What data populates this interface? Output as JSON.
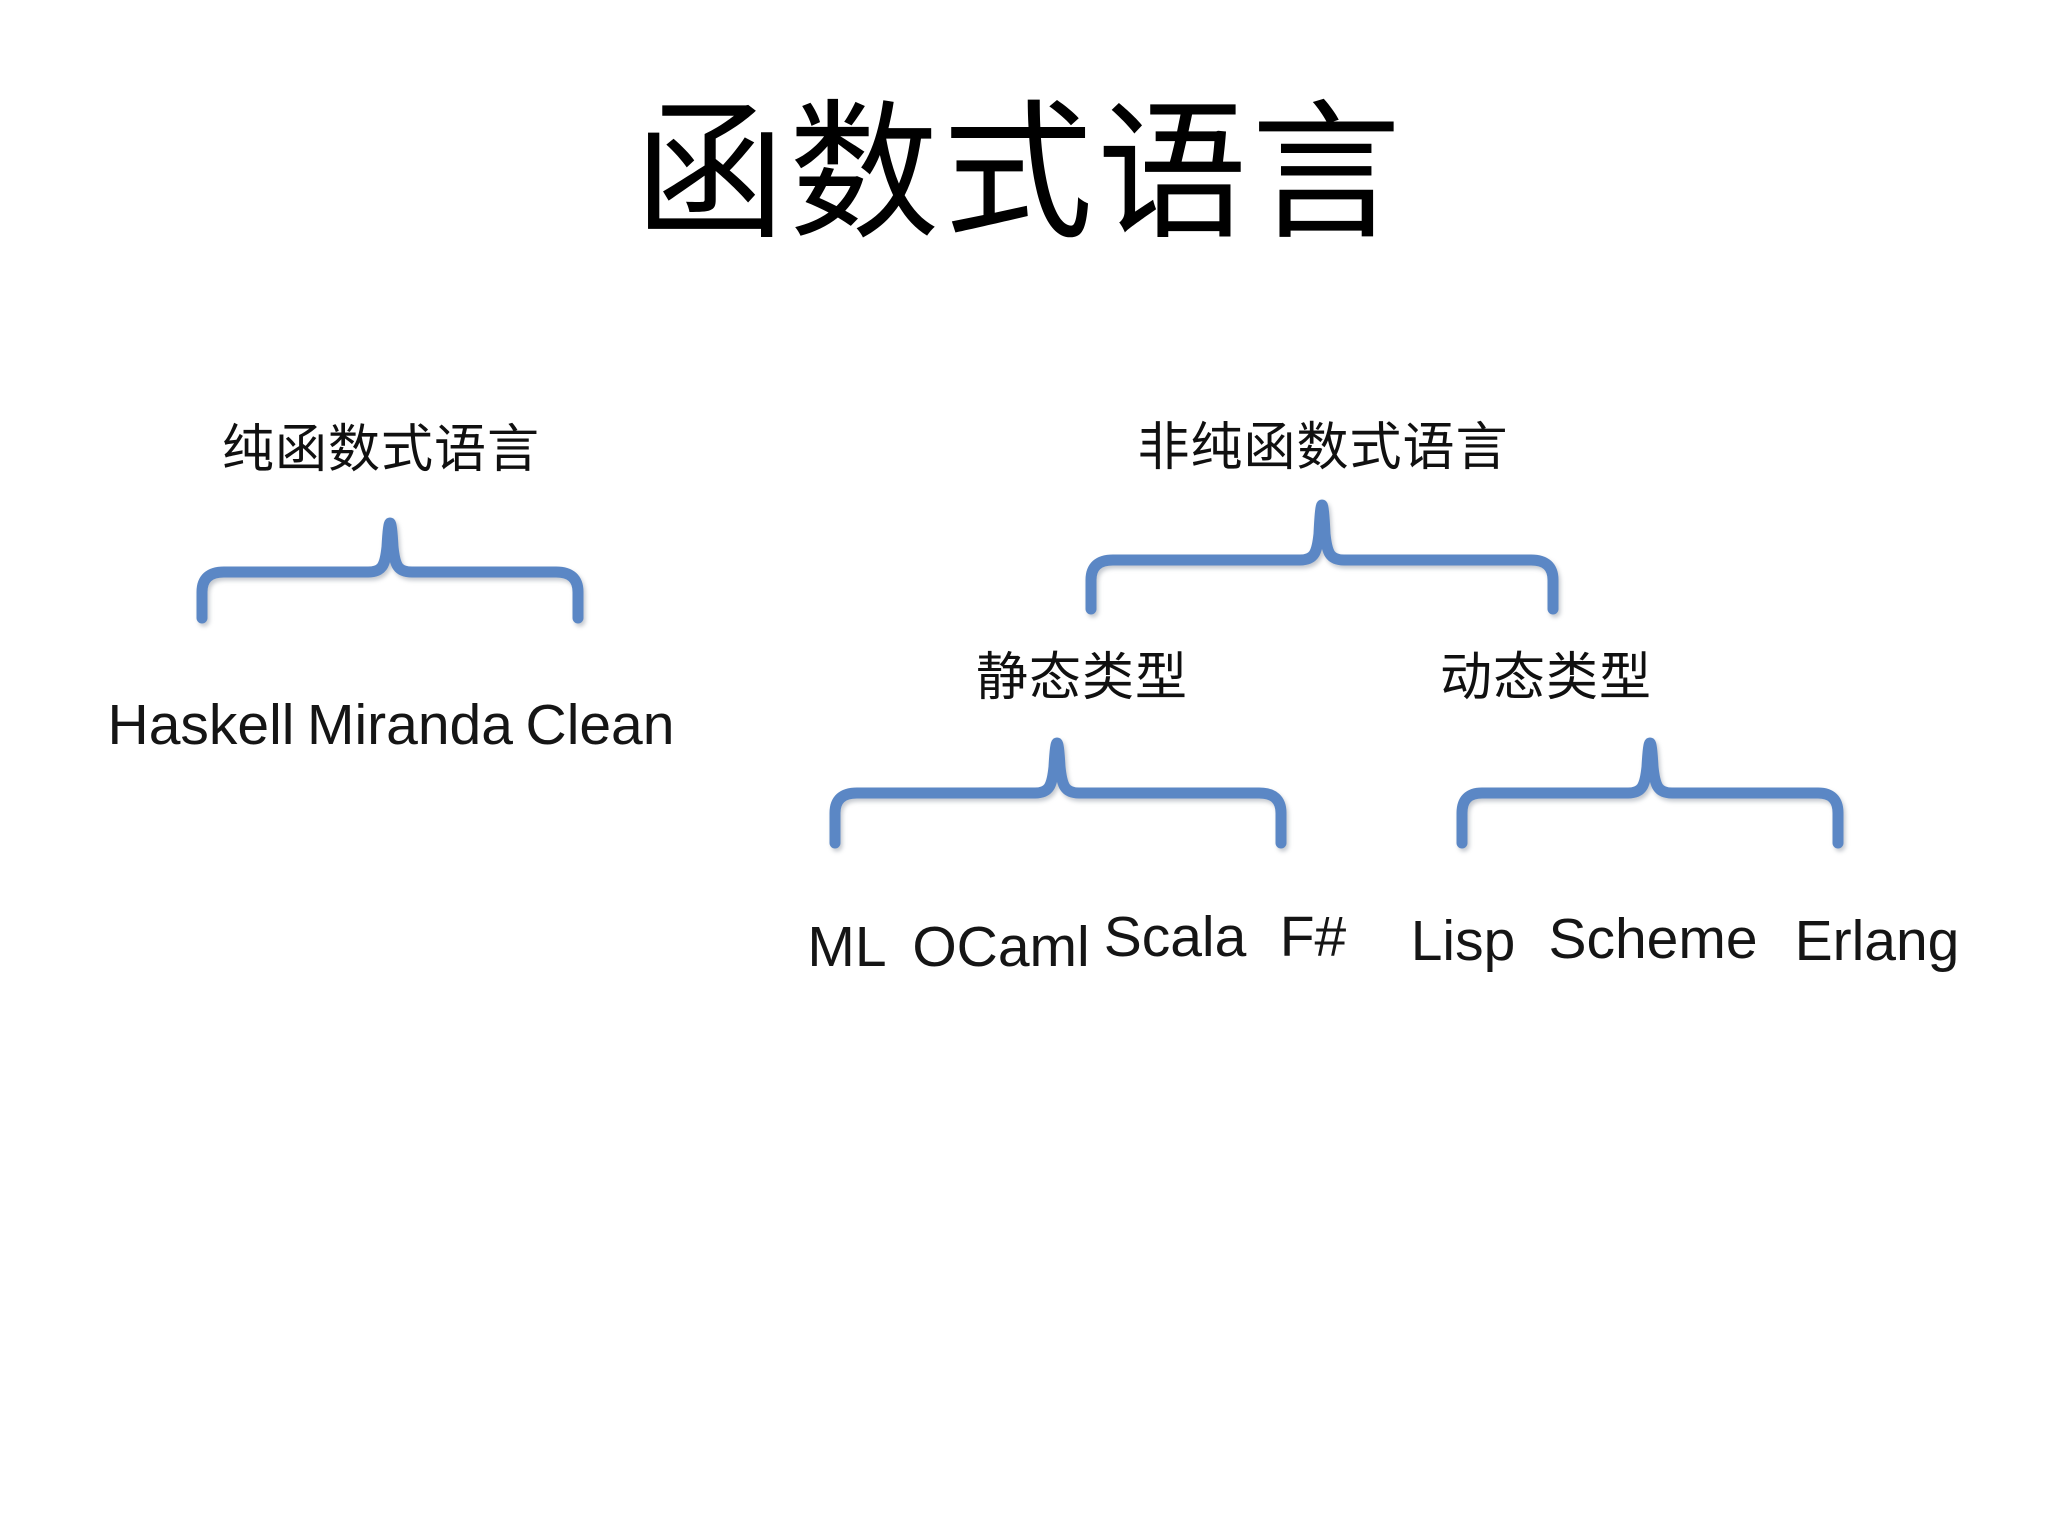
{
  "title": "函数式语言",
  "colors": {
    "brace": "#5B87C5",
    "text": "#141414",
    "background": "#ffffff"
  },
  "tree": {
    "pure": {
      "label": "纯函数式语言",
      "languages": [
        "Haskell",
        "Miranda",
        "Clean"
      ]
    },
    "impure": {
      "label": "非纯函数式语言",
      "subgroups": [
        {
          "label": "静态类型",
          "languages": [
            "ML",
            "OCaml",
            "Scala",
            "F#"
          ]
        },
        {
          "label": "动态类型",
          "languages": [
            "Lisp",
            "Scheme",
            "Erlang"
          ]
        }
      ]
    }
  }
}
